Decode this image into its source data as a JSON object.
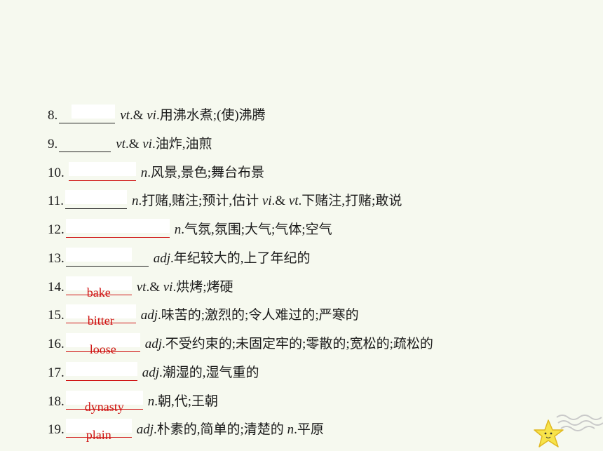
{
  "items": [
    {
      "num": "8.",
      "answer": "",
      "pre": "",
      "text": "vt.& vi.用沸水煮;(使)沸腾"
    },
    {
      "num": "9.",
      "answer": "",
      "pre": "",
      "text": "vt.& vi.油炸,油煎"
    },
    {
      "num": "10.",
      "answer": "",
      "pre": "",
      "text": "n.风景,景色;舞台布景"
    },
    {
      "num": "11.",
      "answer": "",
      "pre": "",
      "text": "n.打赌,赌注;预计,估计 vi.& vt.下赌注,打赌;敢说"
    },
    {
      "num": "12.",
      "answer": "",
      "pre": "",
      "text": "n.气氛,氛围;大气;气体;空气"
    },
    {
      "num": "13.",
      "answer": "",
      "pre": "",
      "text": "adj.年纪较大的,上了年纪的"
    },
    {
      "num": "14.",
      "answer": "bake",
      "pre": "",
      "text": "vt.& vi.烘烤;烤硬"
    },
    {
      "num": "15.",
      "answer": "bitter",
      "pre": "",
      "text": "adj.味苦的;激烈的;令人难过的;严寒的"
    },
    {
      "num": "16.",
      "answer": "loose",
      "pre": "",
      "text": "adj.不受约束的;未固定牢的;零散的;宽松的;疏松的"
    },
    {
      "num": "17.",
      "answer": "",
      "pre": "",
      "text": "adj.潮湿的,湿气重的"
    },
    {
      "num": "18.",
      "answer": "dynasty",
      "pre": "",
      "text": "n.朝,代;王朝"
    },
    {
      "num": "19.",
      "answer": "plain",
      "pre": "",
      "text": "adj.朴素的,简单的;清楚的 n.平原"
    }
  ]
}
